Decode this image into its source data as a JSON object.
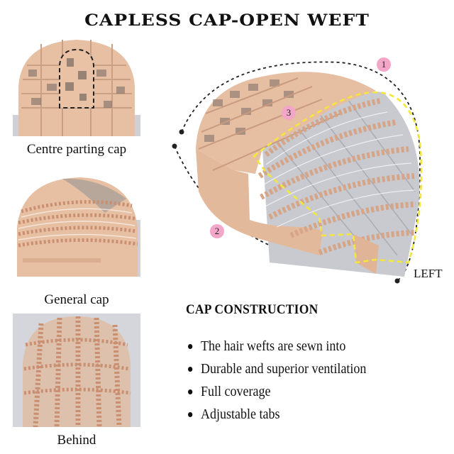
{
  "title": "CAPLESS CAP-OPEN WEFT",
  "thumbnails": [
    {
      "caption": "Centre parting cap"
    },
    {
      "caption": "General cap"
    },
    {
      "caption": "Behind"
    }
  ],
  "diagram": {
    "markers": [
      "1",
      "2",
      "3"
    ],
    "side_label": "LEFT"
  },
  "construction": {
    "heading": "CAP CONSTRUCTION",
    "items": [
      "The hair wefts are sewn into",
      "Durable and superior ventilation",
      "Full coverage",
      "Adjustable tabs"
    ]
  },
  "colors": {
    "cap": "#e9c2a6",
    "cap_dark": "#c99a7e",
    "hair": "#c8cad0",
    "highlight": "#f2e73a",
    "badge": "#f3a6c8"
  }
}
